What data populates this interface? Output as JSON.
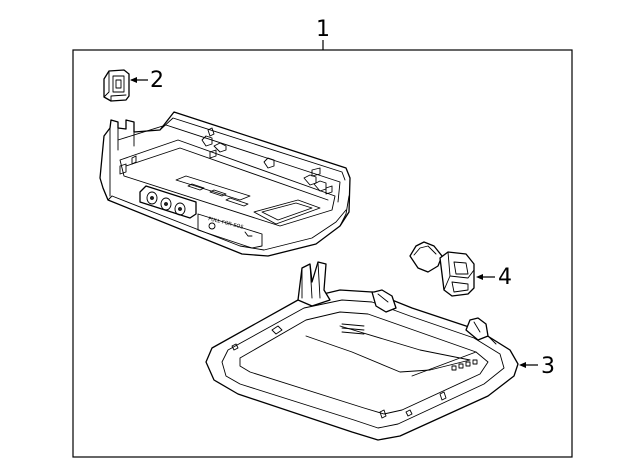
{
  "callouts": {
    "assembly": "1",
    "clip": "2",
    "trim_panel": "3",
    "bulb_socket": "4"
  },
  "console_label": "PULL FOR SOS"
}
